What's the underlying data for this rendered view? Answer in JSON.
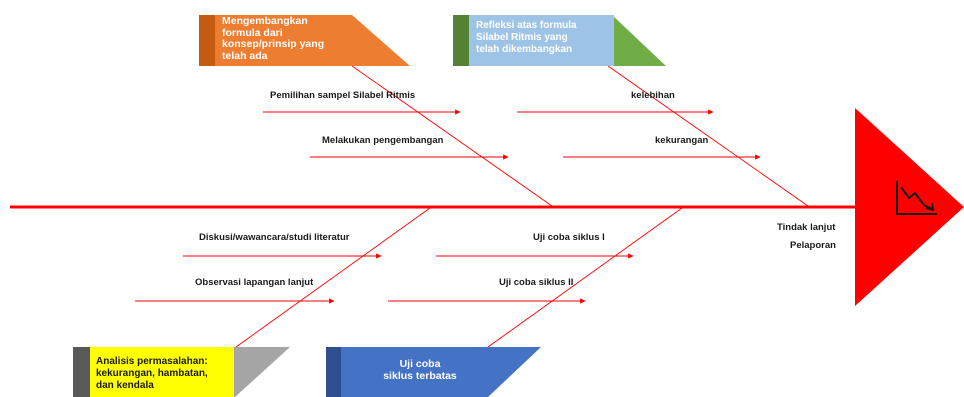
{
  "boxes": {
    "top_left": {
      "text": "Mengembangkan\nformula dari\nkonsep/prinsip yang\ntelah ada",
      "color": "#ED7D31",
      "dark": "#C55A11"
    },
    "top_right": {
      "text": "Refleksi atas formula\nSilabel Ritmis yang\ntelah dikembangkan",
      "color": "#9DC3E6",
      "accent": "#70AD47",
      "dark": "#548235"
    },
    "bottom_left": {
      "text": "Analisis permasalahan:\nkekurangan, hambatan,\ndan kendala",
      "color": "#FFFF00",
      "accent": "#A5A5A5",
      "dark": "#595959"
    },
    "bottom_right": {
      "text": "Uji coba\nsiklus terbatas",
      "color": "#4472C4",
      "dark": "#2F4F8F"
    }
  },
  "causes": {
    "top_left_1": "Pemilihan sampel Silabel Ritmis",
    "top_left_2": "Melakukan pengembangan",
    "top_right_1": "kelebihan",
    "top_right_2": "kekurangan",
    "bottom_left_1": "Diskusi/wawancara/studi literatur",
    "bottom_left_2": "Observasi lapangan lanjut",
    "bottom_right_1": "Uji coba siklus I",
    "bottom_right_2": "Uji coba siklus II"
  },
  "head_labels": {
    "line1": "Tindak lanjut",
    "line2": "Pelaporan"
  },
  "colors": {
    "spine": "#FF0000",
    "bone": "#FF0000",
    "head": "#FF0000"
  },
  "head_icon": "declining-chart-icon"
}
